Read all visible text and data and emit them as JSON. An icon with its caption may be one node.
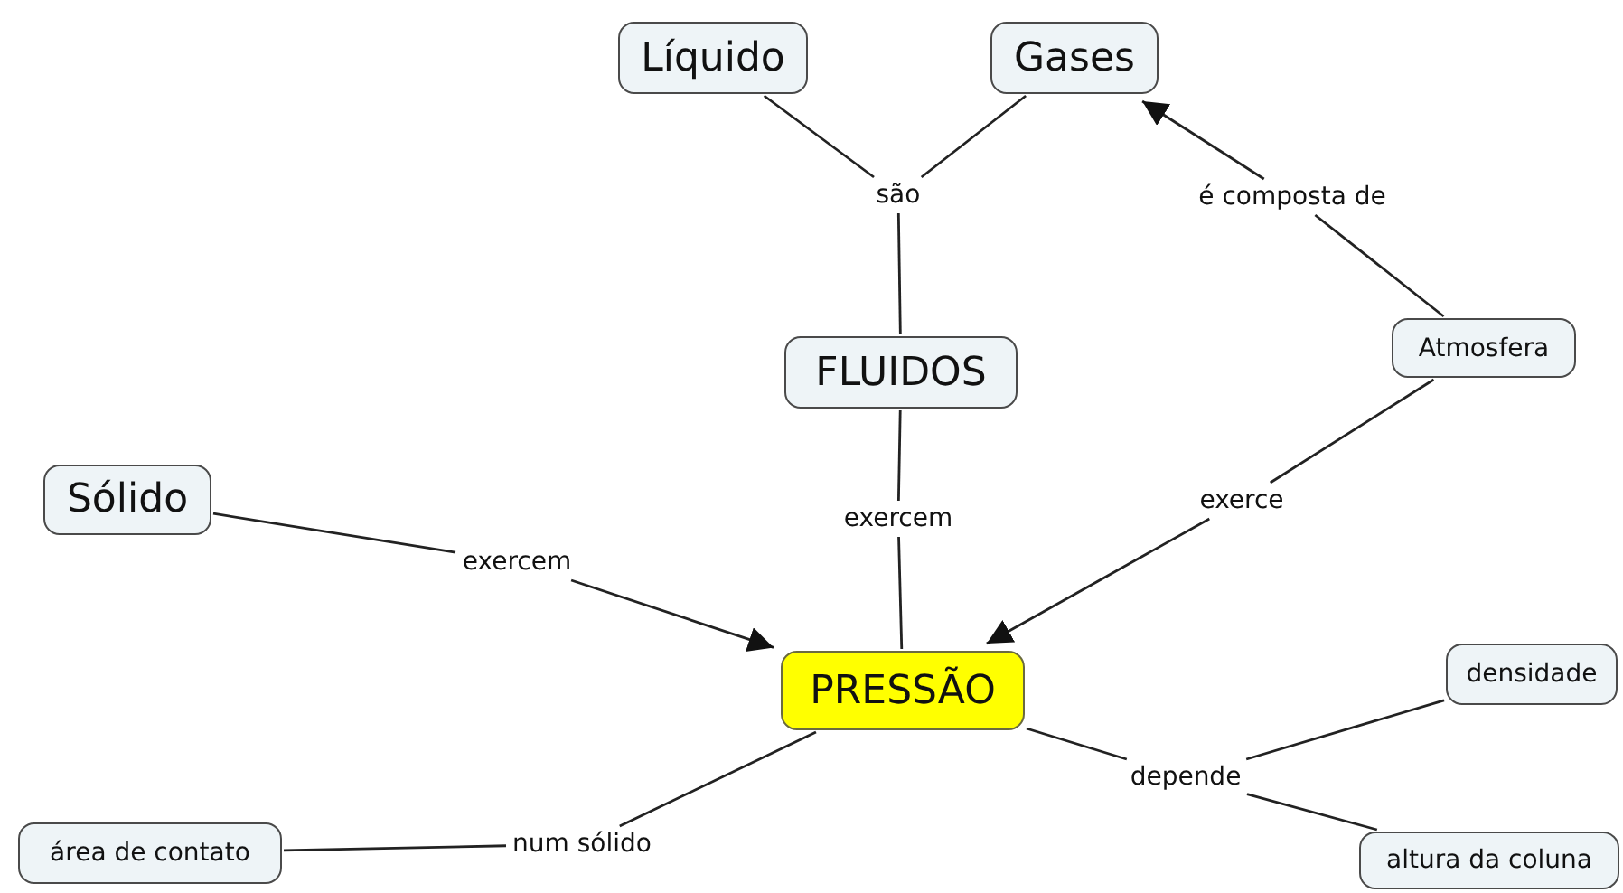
{
  "diagram": {
    "nodes": [
      {
        "text": [
          "Líquido"
        ]
      },
      {
        "text": [
          "Gases"
        ]
      },
      {
        "text": [
          "são"
        ]
      },
      {
        "text": [
          "é composta de"
        ]
      },
      {
        "text": [
          "FLUIDOS"
        ]
      },
      {
        "text": [
          "Atmosfera"
        ]
      },
      {
        "text": [
          "Sólido"
        ]
      },
      {
        "text": [
          "exercem"
        ]
      },
      {
        "text": [
          "exercem"
        ]
      },
      {
        "text": [
          "exerce"
        ]
      },
      {
        "text": [
          "PRESSÃO"
        ]
      },
      {
        "text": [
          "densidade"
        ]
      },
      {
        "text": [
          "depende"
        ]
      },
      {
        "text": [
          "área de contato"
        ]
      },
      {
        "text": [
          "num sólido"
        ]
      },
      {
        "text": [
          "altura da coluna"
        ]
      }
    ],
    "edges": [
      {
        "from": 4,
        "to": 2,
        "arrow": "none"
      },
      {
        "from": 2,
        "to": 0,
        "arrow": "none"
      },
      {
        "from": 2,
        "to": 1,
        "arrow": "none"
      },
      {
        "from": 5,
        "to": 3,
        "arrow": "none"
      },
      {
        "from": 3,
        "to": 1,
        "arrow": "to"
      },
      {
        "from": 6,
        "to": 7,
        "arrow": "none"
      },
      {
        "from": 7,
        "to": 10,
        "arrow": "to"
      },
      {
        "from": 4,
        "to": 8,
        "arrow": "none"
      },
      {
        "from": 8,
        "to": 10,
        "arrow": "none"
      },
      {
        "from": 5,
        "to": 9,
        "arrow": "none"
      },
      {
        "from": 9,
        "to": 10,
        "arrow": "to"
      },
      {
        "from": 10,
        "to": 14,
        "arrow": "none"
      },
      {
        "from": 14,
        "to": 13,
        "arrow": "none"
      },
      {
        "from": 10,
        "to": 12,
        "arrow": "none"
      },
      {
        "from": 12,
        "to": 11,
        "arrow": "none"
      },
      {
        "from": 12,
        "to": 15,
        "arrow": "none"
      }
    ]
  }
}
